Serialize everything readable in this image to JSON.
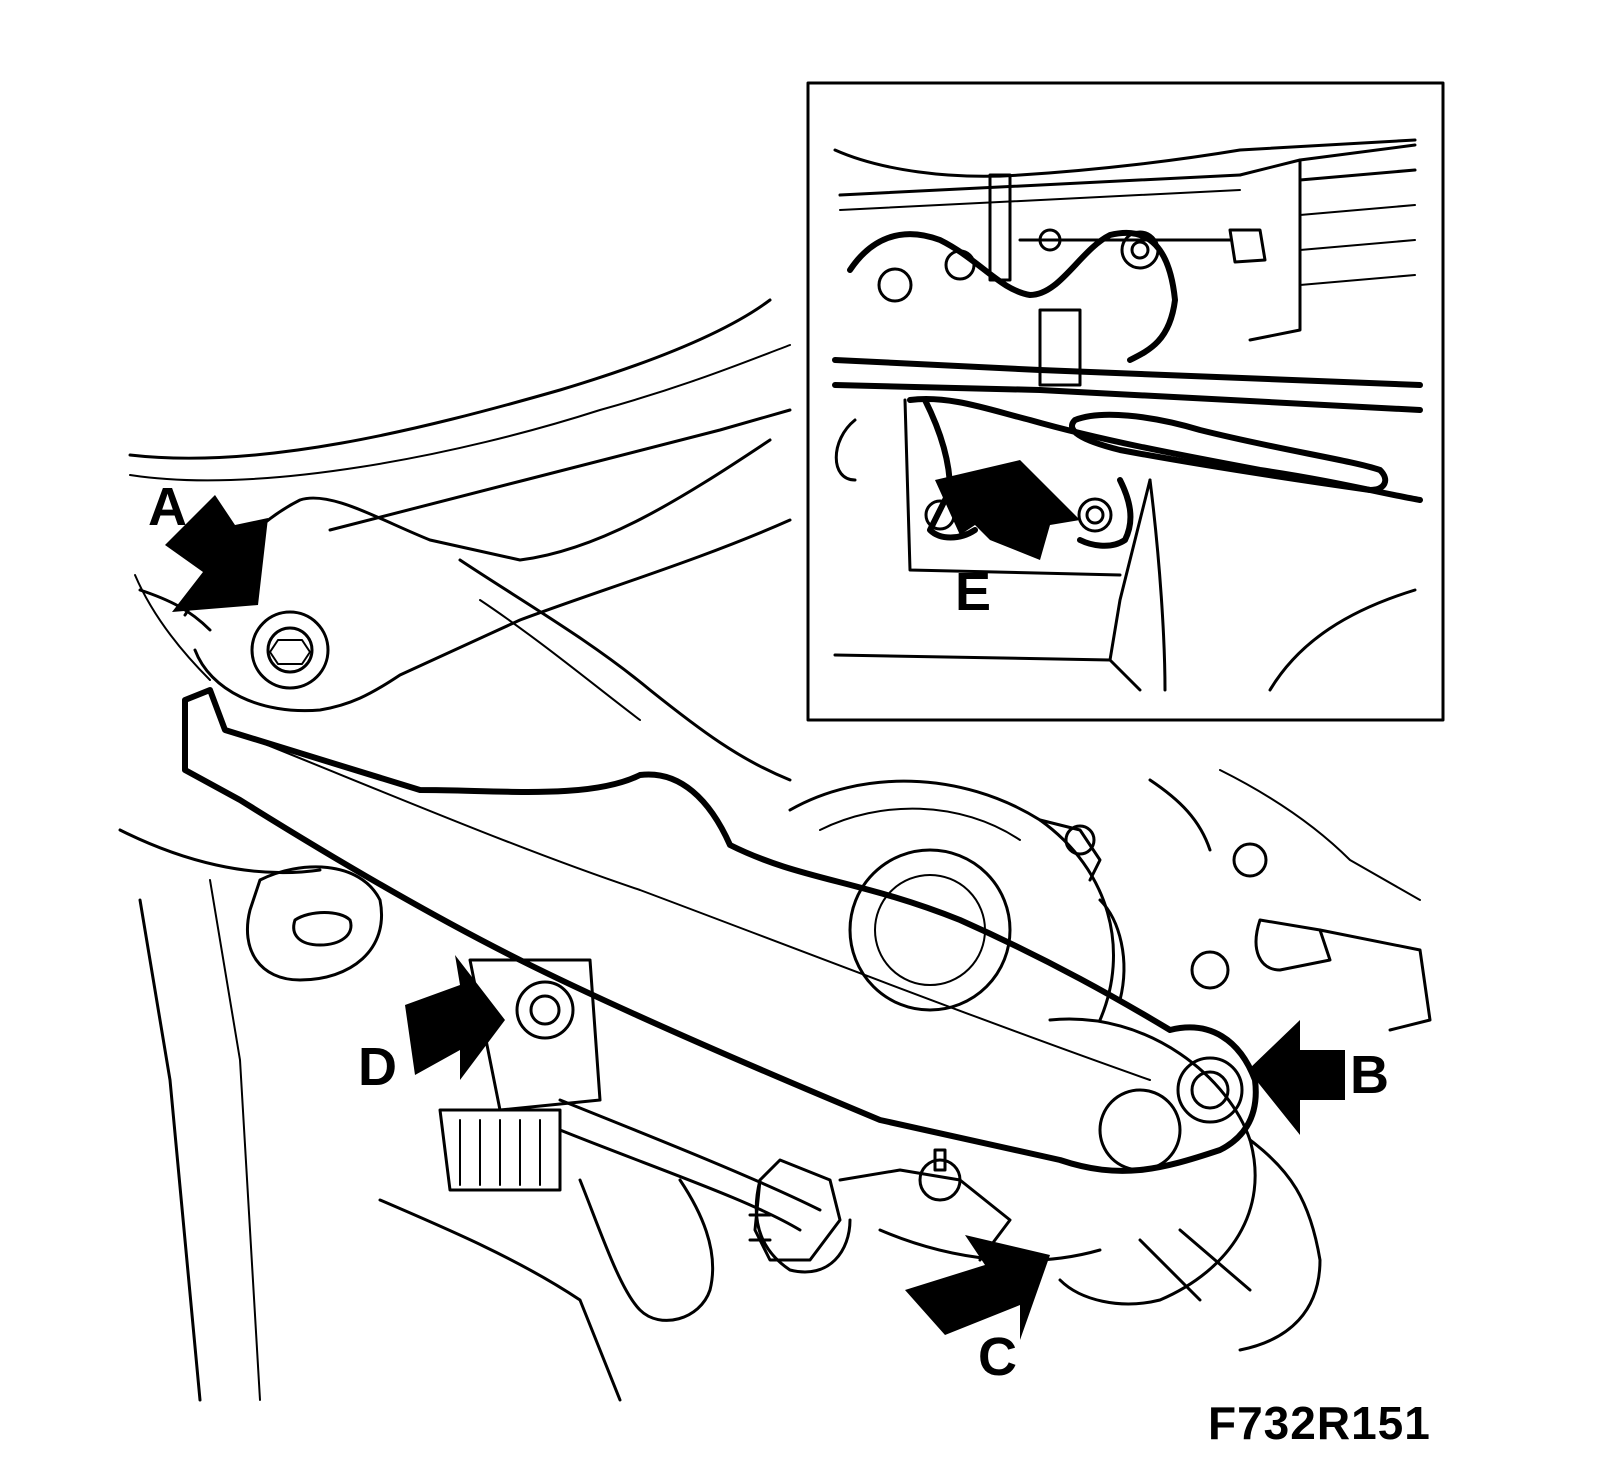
{
  "figure": {
    "code": "F732R151"
  },
  "callouts": {
    "a": "A",
    "b": "B",
    "c": "C",
    "d": "D",
    "e": "E"
  },
  "colors": {
    "ink": "#000000",
    "paper": "#ffffff"
  }
}
